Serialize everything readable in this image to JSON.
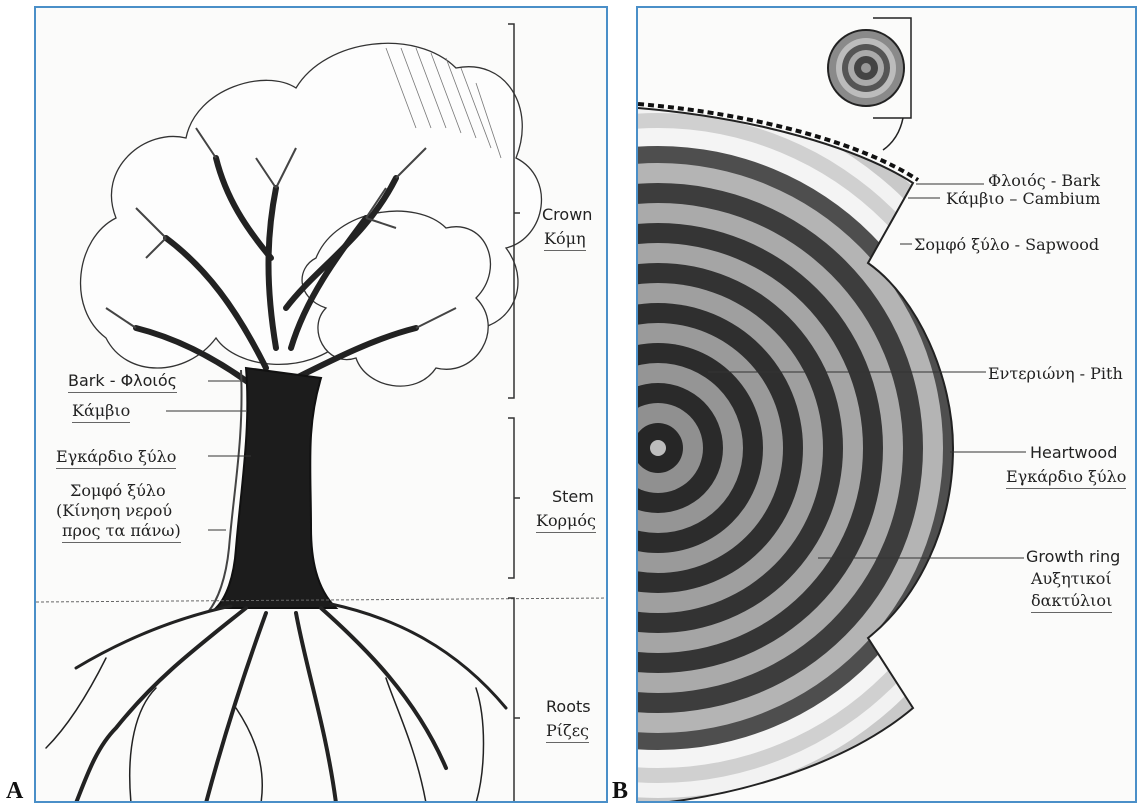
{
  "panels": {
    "a": {
      "letter": "A"
    },
    "b": {
      "letter": "B"
    }
  },
  "tree_labels": {
    "crown_en": "Crown",
    "crown_gr": "Κόμη",
    "stem_en": "Stem",
    "stem_gr": "Κορμός",
    "roots_en": "Roots",
    "roots_gr": "Ρίζες",
    "bark": "Bark - Φλοιός",
    "cambium": "Κάμβιο",
    "heartwood": "Εγκάρδιο ξύλο",
    "sapwood_1": "Σομφό ξύλο",
    "sapwood_2": "(Κίνηση νερού",
    "sapwood_3": "προς τα πάνω)"
  },
  "section_labels": {
    "bark": "Φλοιός - Bark",
    "cambium": "Κάμβιο – Cambium",
    "sapwood": "Σομφό ξύλο - Sapwood",
    "pith": "Εντεριώνη - Pith",
    "heartwood_en": "Heartwood",
    "heartwood_gr": "Εγκάρδιο ξύλο",
    "growth_en": "Growth ring",
    "growth_gr_1": "Αυξητικοί",
    "growth_gr_2": "δακτύλιοι"
  },
  "colors": {
    "frame": "#4a8fc8",
    "ink": "#1a1a1a"
  }
}
